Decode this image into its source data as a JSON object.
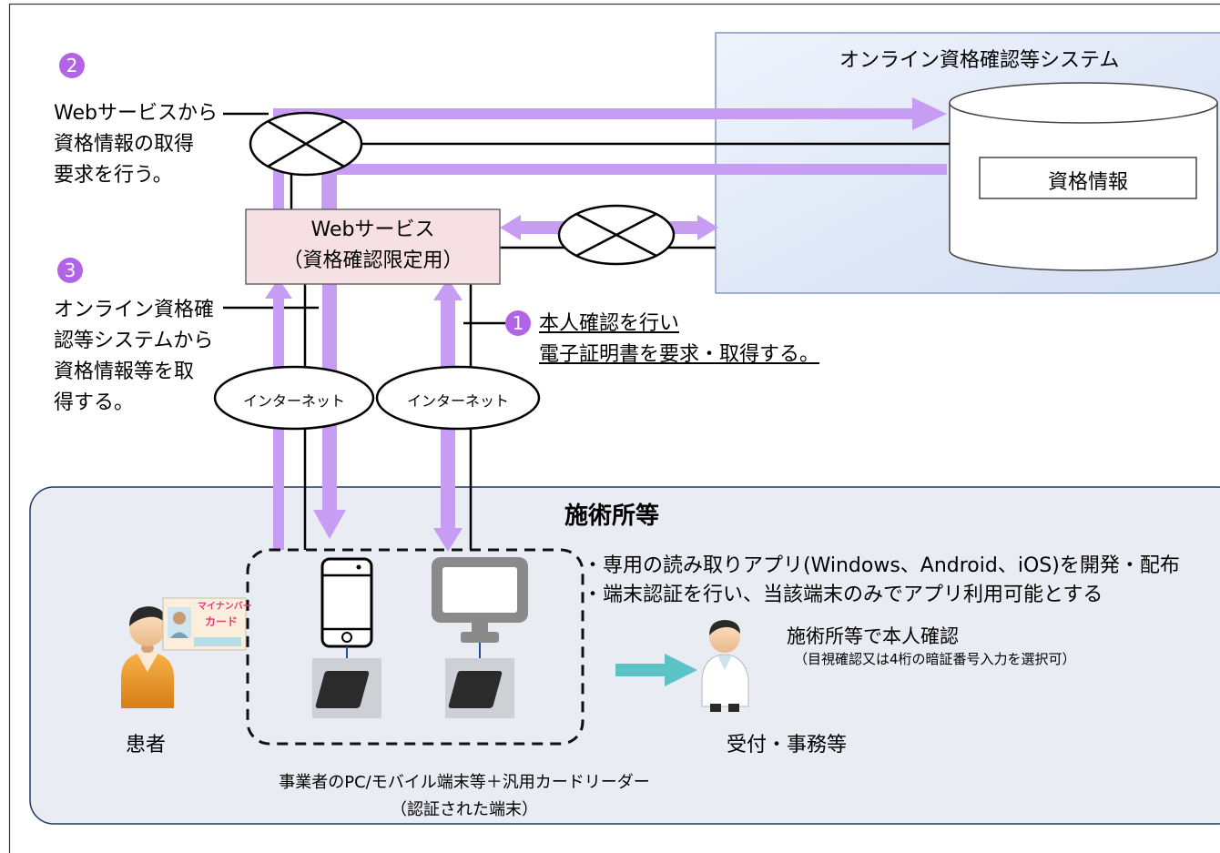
{
  "online_system": {
    "title": "オンライン資格確認等システム",
    "db_label": "資格情報"
  },
  "web_service": {
    "line1": "Webサービス",
    "line2": "（資格確認限定用）"
  },
  "steps": [
    {
      "number": "2",
      "lines": [
        "Webサービスから",
        "資格情報の取得",
        "要求を行う。"
      ]
    },
    {
      "number": "3",
      "lines": [
        "オンライン資格確",
        "認等システムから",
        "資格情報等を取",
        "得する。"
      ]
    },
    {
      "number": "1",
      "lines": [
        "本人確認を行い",
        "電子証明書を要求・取得する。"
      ]
    }
  ],
  "internet_labels": [
    "インターネット",
    "インターネット"
  ],
  "facility": {
    "title": "施術所等",
    "bullets": [
      "・専用の読み取りアプリ(Windows、Android、iOS)を開発・配布",
      "・端末認証を行い、当該端末のみでアプリ利用可能とする"
    ],
    "verify_title": "施術所等で本人確認",
    "verify_sub": "（目視確認又は4桁の暗証番号入力を選択可）",
    "patient_label": "患者",
    "reception_label": "受付・事務等",
    "card_text": [
      "マイナンバー",
      "カード"
    ],
    "device_caption": [
      "事業者のPC/モバイル端末等＋汎用カードリーダー",
      "（認証された端末）"
    ]
  },
  "colors": {
    "arrow": "#c79cf3",
    "system_fill": "#dfe8f8",
    "system_border": "#7f97c8",
    "webservice_fill": "#f7e0e3",
    "facility_fill": "#e9ecf3",
    "facility_border": "#1f3864",
    "teal_arrow": "#5bc2c6",
    "marker": "#b164e6"
  }
}
